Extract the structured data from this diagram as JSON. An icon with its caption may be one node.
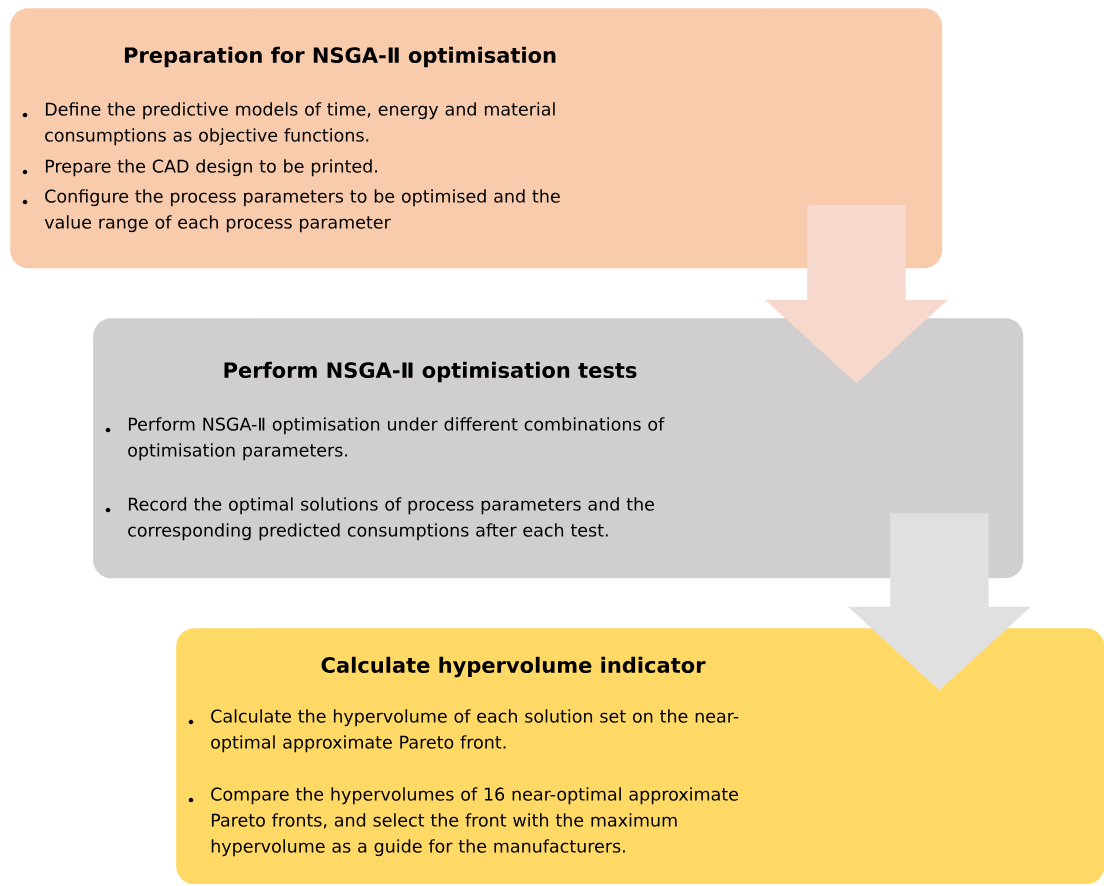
{
  "diagram": {
    "nodes": [
      {
        "text": [
          "Preparation for NSGA-Ⅱ optimisation",
          "Define the predictive models of time, energy and material consumptions as objective functions.",
          "Prepare the CAD design to be printed.",
          "Configure the process parameters to be optimised and the value range of each process parameter"
        ]
      },
      {
        "text": [
          "Perform NSGA-Ⅱ optimisation tests",
          "Perform NSGA-Ⅱ optimisation under different combinations of optimisation parameters.",
          "Record the optimal solutions of process parameters and the corresponding predicted consumptions after each test."
        ]
      },
      {
        "text": [
          "Calculate hypervolume indicator",
          "Calculate the hypervolume of each solution set on the near-optimal approximate Pareto front.",
          "Compare the hypervolumes of 16 near-optimal approximate Pareto fronts, and select the front with the maximum hypervolume as a guide for the manufacturers."
        ]
      }
    ],
    "edges": [
      {
        "from": 0,
        "to": 1,
        "arrow": "to"
      },
      {
        "from": 1,
        "to": 2,
        "arrow": "to"
      }
    ]
  }
}
